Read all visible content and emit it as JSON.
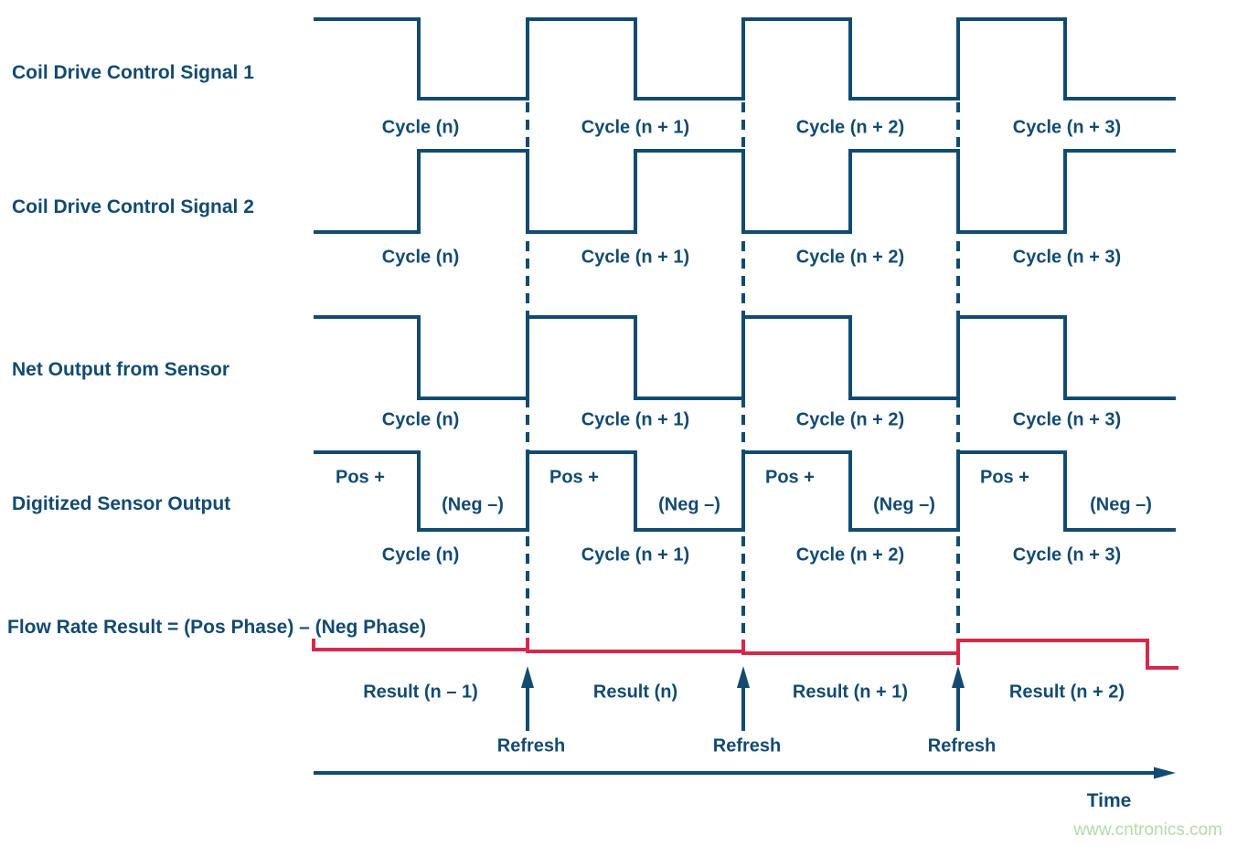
{
  "colors": {
    "navy": "#134a70",
    "red": "#d5294b",
    "watermark": "#b7d9a9"
  },
  "rows": [
    {
      "label": "Coil Drive Control Signal 1",
      "cycles": [
        "Cycle (n)",
        "Cycle (n + 1)",
        "Cycle (n + 2)",
        "Cycle (n + 3)"
      ]
    },
    {
      "label": "Coil Drive Control Signal 2",
      "cycles": [
        "Cycle (n)",
        "Cycle (n + 1)",
        "Cycle (n + 2)",
        "Cycle (n + 3)"
      ]
    },
    {
      "label": "Net Output from Sensor",
      "cycles": [
        "Cycle (n)",
        "Cycle (n + 1)",
        "Cycle (n + 2)",
        "Cycle (n + 3)"
      ]
    },
    {
      "label": "Digitized Sensor Output",
      "cycles": [
        "Cycle (n)",
        "Cycle (n + 1)",
        "Cycle (n + 2)",
        "Cycle (n + 3)"
      ],
      "pos": "Pos +",
      "neg": "(Neg –)"
    }
  ],
  "flow": {
    "equation": "Flow Rate Result = (Pos Phase) – (Neg Phase)",
    "results": [
      "Result (n – 1)",
      "Result (n)",
      "Result (n + 1)",
      "Result (n + 2)"
    ],
    "refresh": "Refresh"
  },
  "time_label": "Time",
  "watermark": "www.cntronics.com"
}
